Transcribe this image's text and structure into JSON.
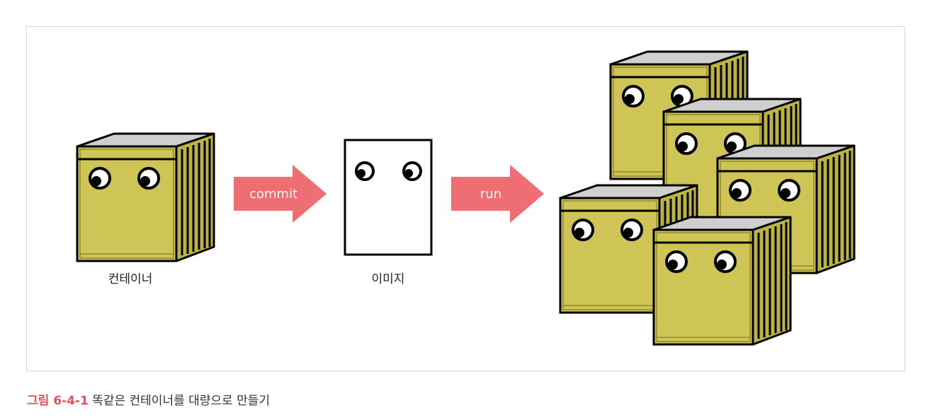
{
  "diagram": {
    "container_label": "컨테이너",
    "image_label": "이미지",
    "commit_arrow_label": "commit",
    "run_arrow_label": "run"
  },
  "caption": {
    "figure_number": "그림 6-4-1",
    "text": "똑같은 컨테이너를 대량으로 만들기"
  },
  "colors": {
    "container_front": "#cfc456",
    "container_side": "#bdb33f",
    "container_top": "#cfcfcf",
    "arrow": "#ee6e73",
    "caption_accent": "#e8515a",
    "frame_border": "#d9d9d9"
  }
}
